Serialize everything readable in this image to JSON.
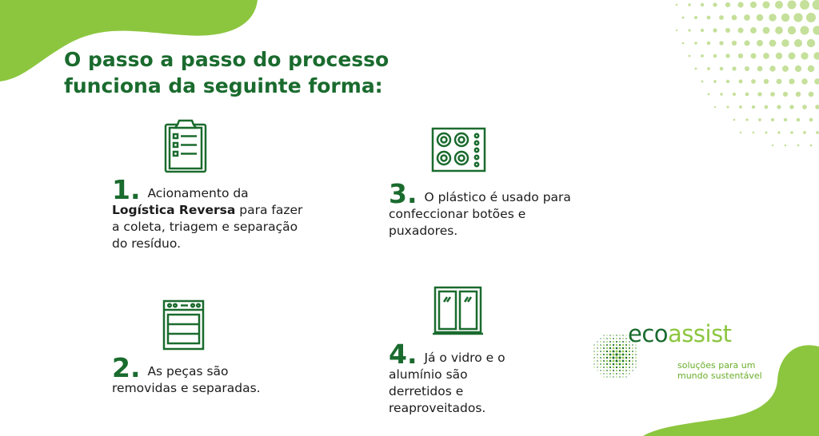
{
  "title": {
    "line1": "O passo a passo do processo",
    "line2": "funciona da seguinte forma:"
  },
  "steps": [
    {
      "number": "1.",
      "text_before": "Acionamento da",
      "bold": "Logística Reversa",
      "text_after": "para fazer a coleta, triagem e separação do resíduo.",
      "icon": "clipboard-checklist-icon"
    },
    {
      "number": "2.",
      "text": "As peças são removidas e separadas.",
      "icon": "oven-icon"
    },
    {
      "number": "3.",
      "text": "O plástico é usado para confeccionar botões e puxadores.",
      "icon": "cooktop-icon"
    },
    {
      "number": "4.",
      "text": "Já o vidro e o alumínio são derretidos e reaproveitados.",
      "icon": "window-icon"
    }
  ],
  "logo": {
    "eco": "eco",
    "assist": "assist",
    "tagline_line1": "soluções para um",
    "tagline_line2": "mundo sustentável"
  },
  "colors": {
    "dark_green": "#1a6b2e",
    "light_green": "#8cc63f",
    "background": "#ffffff"
  }
}
